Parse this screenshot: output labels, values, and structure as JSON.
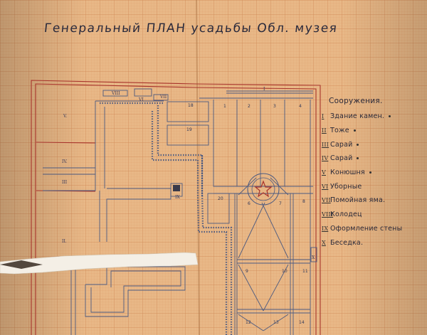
{
  "title": "Генеральный ПЛАН усадьбы Обл. музея",
  "legend": {
    "heading": "Сооружения.",
    "items": [
      {
        "num": "I",
        "label": "Здание камен.",
        "marked": true
      },
      {
        "num": "II",
        "label": "Тоже",
        "marked": true
      },
      {
        "num": "III",
        "label": "Сарай",
        "marked": true
      },
      {
        "num": "IV",
        "label": "Сарай",
        "marked": true
      },
      {
        "num": "V",
        "label": "Конюшня",
        "marked": true
      },
      {
        "num": "VI",
        "label": "Уборные",
        "marked": false
      },
      {
        "num": "VII",
        "label": "Помойная яма.",
        "marked": false
      },
      {
        "num": "VIII",
        "label": "Колодец",
        "marked": false
      },
      {
        "num": "IX",
        "label": "Оформление стены",
        "marked": false
      },
      {
        "num": "X",
        "label": "Беседка.",
        "marked": false
      }
    ]
  },
  "plan_labels": {
    "bldg_V": "V.",
    "bldg_IV": "IV.",
    "bldg_III": "III",
    "bldg_II": "II.",
    "bldg_VIII": "VIII",
    "bldg_VI": "VI",
    "bldg_VII": "VII",
    "bldg_X": "X",
    "bldg_IX": "IX",
    "bldg_I": "I"
  },
  "plot_numbers": [
    "1",
    "2",
    "3",
    "4",
    "6",
    "7",
    "8",
    "9",
    "10",
    "11",
    "12",
    "13",
    "14",
    "18",
    "19",
    "20"
  ],
  "colors": {
    "paper": "#e6b582",
    "grid": "#d98f5a",
    "red_line": "#a5312a",
    "blue_line": "#4a5678",
    "ink": "#2a2a3c"
  }
}
